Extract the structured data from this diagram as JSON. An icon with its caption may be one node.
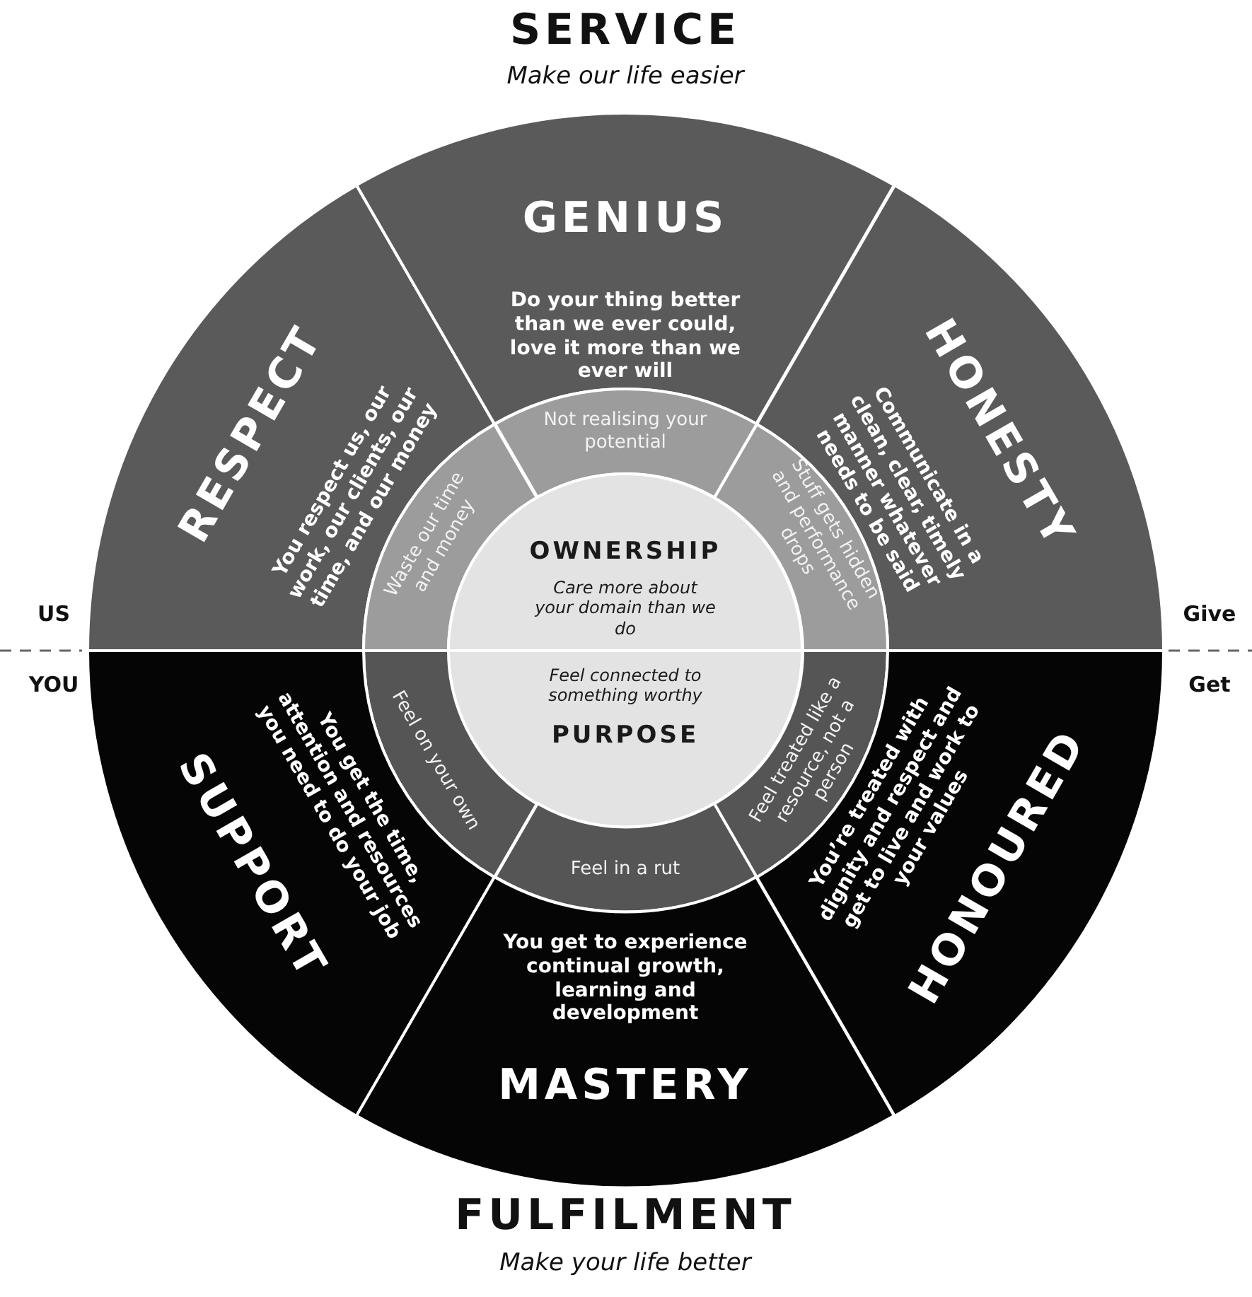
{
  "diagram": {
    "nodes": [
      {
        "text": [
          "RESPECT",
          "You respect us, our work, our clients, our time, and our money"
        ]
      },
      {
        "text": [
          "GENIUS",
          "Do your thing better than we ever could, love it more than we ever will"
        ]
      },
      {
        "text": [
          "HONESTY",
          "Communicate in a clean, clear, timely manner whatever needs to be said"
        ]
      },
      {
        "text": [
          "Waste our time and money"
        ]
      },
      {
        "text": [
          "Not realising your potential"
        ]
      },
      {
        "text": [
          "Stuff gets hidden and performance drops"
        ]
      },
      {
        "text": [
          "OWNERSHIP",
          "Care more about your domain than we do"
        ]
      },
      {
        "text": [
          "Feel connected to something worthy",
          "PURPOSE"
        ]
      },
      {
        "text": [
          "Feel on your own"
        ]
      },
      {
        "text": [
          "Feel in a rut"
        ]
      },
      {
        "text": [
          "Feel treated like a resource, not a person"
        ]
      },
      {
        "text": [
          "You get the time, attention and resources you need to do your job",
          "SUPPORT"
        ]
      },
      {
        "text": [
          "You get to experience continual growth, learning and development",
          "MASTERY"
        ]
      },
      {
        "text": [
          "You’re treated with dignity and respect and get to live and work to your values",
          "HONOURED"
        ]
      }
    ],
    "labels": [
      "SERVICE",
      "Make our life easier",
      "US",
      "Give",
      "YOU",
      "Get",
      "FULFILMENT",
      "Make your life better"
    ]
  }
}
